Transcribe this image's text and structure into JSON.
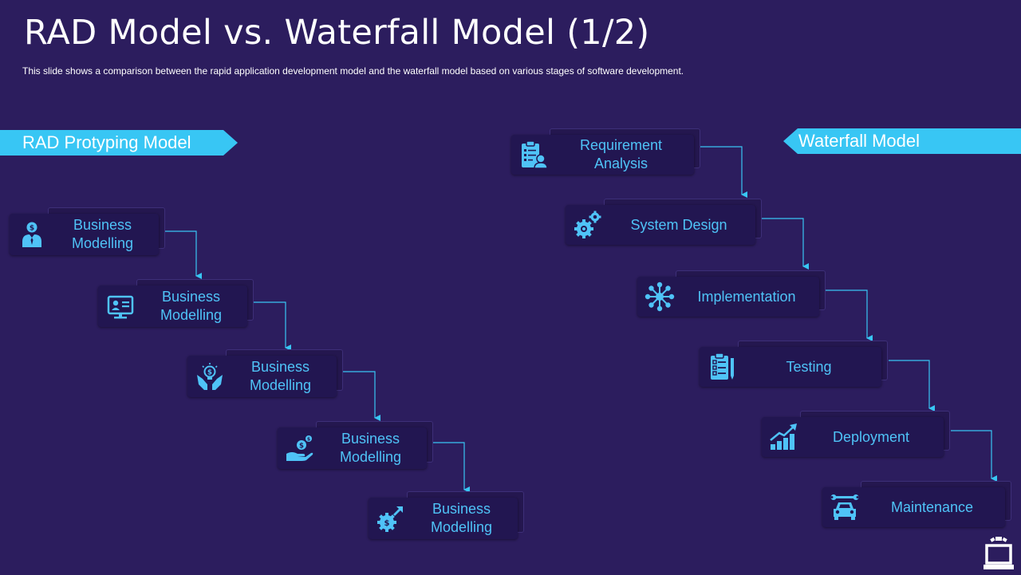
{
  "slide": {
    "title": "RAD Model vs. Waterfall Model (1/2)",
    "subtitle": "This slide shows a comparison between the rapid application development  model and the waterfall model based on various  stages of software development."
  },
  "rad": {
    "banner": "RAD Protyping Model",
    "steps": [
      {
        "label": "Business Modelling",
        "icon": "businessman-dollar-icon"
      },
      {
        "label": "Business Modelling",
        "icon": "monitor-profile-icon"
      },
      {
        "label": "Business Modelling",
        "icon": "hands-lightbulb-icon"
      },
      {
        "label": "Business Modelling",
        "icon": "hand-coins-icon"
      },
      {
        "label": "Business Modelling",
        "icon": "gear-dollar-growth-icon"
      }
    ]
  },
  "waterfall": {
    "banner": "Waterfall Model",
    "steps": [
      {
        "label": "Requirement Analysis",
        "icon": "clipboard-user-icon"
      },
      {
        "label": "System Design",
        "icon": "gears-icon"
      },
      {
        "label": "Implementation",
        "icon": "network-hub-icon"
      },
      {
        "label": "Testing",
        "icon": "checklist-pencil-icon"
      },
      {
        "label": "Deployment",
        "icon": "growth-chart-icon"
      },
      {
        "label": "Maintenance",
        "icon": "car-wrench-icon"
      }
    ]
  },
  "colors": {
    "background": "#2c1d5e",
    "accent": "#38c6f4",
    "label": "#4fc3f7",
    "card": "#221651"
  }
}
